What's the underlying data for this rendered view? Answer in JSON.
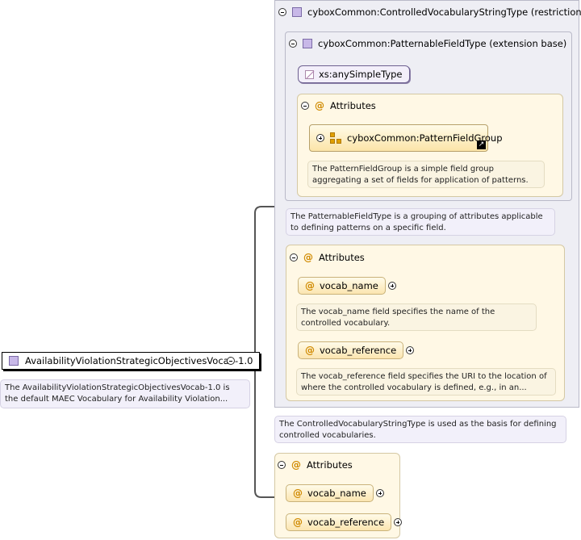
{
  "root": {
    "label": "AvailabilityViolationStrategicObjectivesVocab-1.0",
    "doc": "The AvailabilityViolationStrategicObjectivesVocab-1.0 is the default MAEC Vocabulary for Availability Violation..."
  },
  "restriction": {
    "title": "cyboxCommon:ControlledVocabularyStringType (restriction base)",
    "doc": "The ControlledVocabularyStringType is used as the basis for defining controlled vocabularies."
  },
  "extension": {
    "title": "cyboxCommon:PatternableFieldType (extension base)",
    "doc": "The PatternableFieldType is a grouping of attributes applicable to defining patterns on a specific field."
  },
  "simple_type": {
    "label": "xs:anySimpleType"
  },
  "ext_attributes": {
    "title": "Attributes",
    "group_label": "cyboxCommon:PatternFieldGroup",
    "group_doc": "The PatternFieldGroup is a simple field group aggregating a set of fields for application of patterns."
  },
  "restr_attributes": {
    "title": "Attributes",
    "vocab_name": "vocab_name",
    "vocab_name_doc": "The vocab_name field specifies the name of the controlled vocabulary.",
    "vocab_reference": "vocab_reference",
    "vocab_reference_doc": "The vocab_reference field specifies the URI to the location of where the controlled vocabulary is defined, e.g., in an..."
  },
  "outer_attributes": {
    "title": "Attributes",
    "vocab_name": "vocab_name",
    "vocab_reference": "vocab_reference"
  },
  "icons": {
    "attribute": "@",
    "collapse": "collapse-icon",
    "expand": "expand-icon",
    "link": "↗"
  },
  "colors": {
    "panel": "#eeeef4",
    "attributes_panel": "#fff8e5",
    "attribute_accent": "#d08a00",
    "type_icon": "#c8b8e8"
  }
}
